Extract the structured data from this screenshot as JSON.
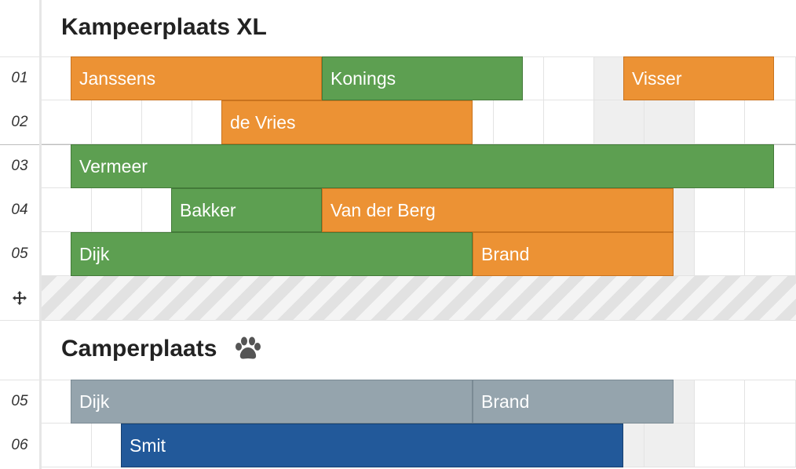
{
  "sections": [
    {
      "title": "Kampeerplaats XL",
      "rows": [
        {
          "label": "01",
          "bookings": [
            {
              "name": "Janssens",
              "color": "orange"
            },
            {
              "name": "Konings",
              "color": "green"
            },
            {
              "name": "Visser",
              "color": "orange"
            }
          ]
        },
        {
          "label": "02",
          "bookings": [
            {
              "name": "de Vries",
              "color": "orange"
            }
          ]
        },
        {
          "label": "03",
          "bookings": [
            {
              "name": "Vermeer",
              "color": "green"
            }
          ]
        },
        {
          "label": "04",
          "bookings": [
            {
              "name": "Bakker",
              "color": "green"
            },
            {
              "name": "Van der Berg",
              "color": "orange"
            }
          ]
        },
        {
          "label": "05",
          "bookings": [
            {
              "name": "Dijk",
              "color": "green"
            },
            {
              "name": "Brand",
              "color": "orange"
            }
          ]
        }
      ],
      "drag_handle_icon": "move-icon"
    },
    {
      "title": "Camperplaats",
      "title_icon": "paw-icon",
      "rows": [
        {
          "label": "05",
          "bookings": [
            {
              "name": "Dijk",
              "color": "gray"
            },
            {
              "name": "Brand",
              "color": "gray"
            }
          ]
        },
        {
          "label": "06",
          "bookings": [
            {
              "name": "Smit",
              "color": "blue"
            }
          ]
        }
      ]
    }
  ],
  "colors": {
    "orange": "#ec9234",
    "green": "#5d9f51",
    "gray": "#95a4ad",
    "blue": "#22599a",
    "weekend_shade": "#efefef"
  }
}
